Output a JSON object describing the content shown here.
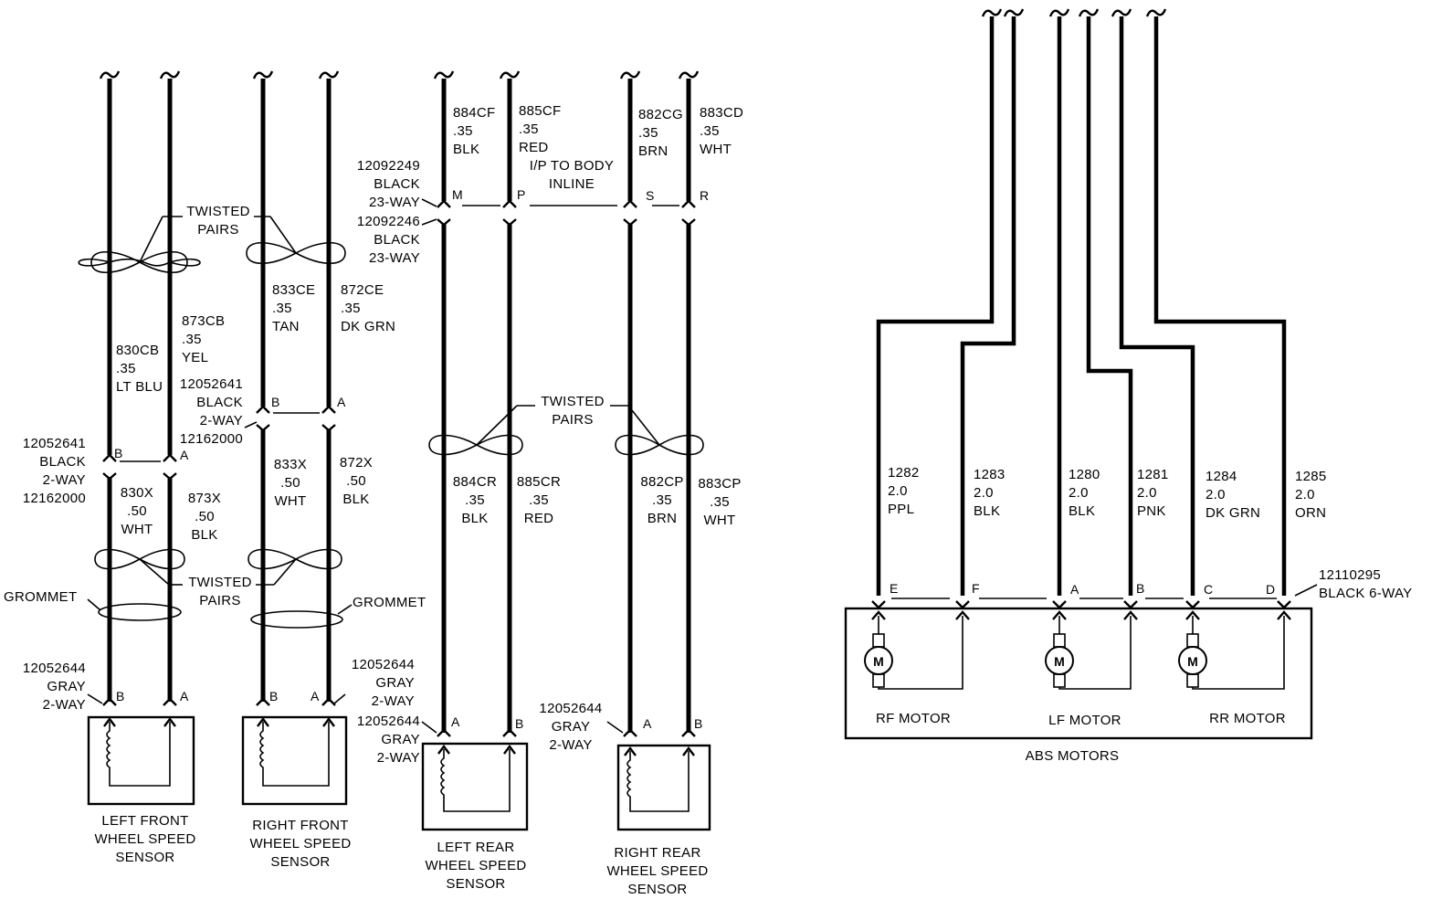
{
  "connectors": {
    "lf_sensor_connector": [
      "12052644",
      "GRAY",
      "2-WAY"
    ],
    "lf_inline_connector": [
      "12052641",
      "BLACK",
      "2-WAY",
      "12162000"
    ],
    "rf_inline_connector": [
      "12052641",
      "BLACK",
      "2-WAY",
      "12162000"
    ],
    "rf_sensor_connector": [
      "12052644",
      "GRAY",
      "2-WAY"
    ],
    "lr_sensor_connector": [
      "12052644",
      "GRAY",
      "2-WAY"
    ],
    "rr_sensor_connector": [
      "12052644",
      "GRAY",
      "2-WAY"
    ],
    "body_connector_upper": [
      "12092249",
      "BLACK",
      "23-WAY"
    ],
    "body_connector_lower": [
      "12092246",
      "BLACK",
      "23-WAY"
    ],
    "abs_motor_connector": [
      "12110295",
      "BLACK 6-WAY"
    ]
  },
  "inline_name": [
    "I/P TO BODY",
    "INLINE"
  ],
  "twisted_pairs": [
    "TWISTED",
    "PAIRS"
  ],
  "grommet": "GROMMET",
  "wires": {
    "lf_upper_a": [
      "830CB",
      ".35",
      "LT BLU"
    ],
    "lf_upper_b": [
      "873CB",
      ".35",
      "YEL"
    ],
    "lf_lower_a": [
      "830X",
      ".50",
      "WHT"
    ],
    "lf_lower_b": [
      "873X",
      ".50",
      "BLK"
    ],
    "rf_upper_a": [
      "833CE",
      ".35",
      "TAN"
    ],
    "rf_upper_b": [
      "872CE",
      ".35",
      "DK GRN"
    ],
    "rf_lower_a": [
      "833X",
      ".50",
      "WHT"
    ],
    "rf_lower_b": [
      "872X",
      ".50",
      "BLK"
    ],
    "lr_upper_a": [
      "884CF",
      ".35",
      "BLK"
    ],
    "lr_upper_b": [
      "885CF",
      ".35",
      "RED"
    ],
    "lr_lower_a": [
      "884CR",
      ".35",
      "BLK"
    ],
    "lr_lower_b": [
      "885CR",
      ".35",
      "RED"
    ],
    "rr_upper_a": [
      "882CG",
      ".35",
      "BRN"
    ],
    "rr_upper_b": [
      "883CD",
      ".35",
      "WHT"
    ],
    "rr_lower_a": [
      "882CP",
      ".35",
      "BRN"
    ],
    "rr_lower_b": [
      "883CP",
      ".35",
      "WHT"
    ],
    "abs_1282": [
      "1282",
      "2.0",
      "PPL"
    ],
    "abs_1283": [
      "1283",
      "2.0",
      "BLK"
    ],
    "abs_1280": [
      "1280",
      "2.0",
      "BLK"
    ],
    "abs_1281": [
      "1281",
      "2.0",
      "PNK"
    ],
    "abs_1284": [
      "1284",
      "2.0",
      "DK GRN"
    ],
    "abs_1285": [
      "1285",
      "2.0",
      "ORN"
    ]
  },
  "pins": {
    "lf_inline": [
      "B",
      "A"
    ],
    "lf_sensor": [
      "B",
      "A"
    ],
    "rf_inline": [
      "B",
      "A"
    ],
    "rf_sensor": [
      "B",
      "A"
    ],
    "body": [
      "M",
      "P",
      "S",
      "R"
    ],
    "lr_sensor": [
      "A",
      "B"
    ],
    "rr_sensor": [
      "A",
      "B"
    ],
    "abs": [
      "E",
      "F",
      "A",
      "B",
      "C",
      "D"
    ]
  },
  "sensors": {
    "left_front": [
      "LEFT FRONT",
      "WHEEL SPEED",
      "SENSOR"
    ],
    "right_front": [
      "RIGHT FRONT",
      "WHEEL SPEED",
      "SENSOR"
    ],
    "left_rear": [
      "LEFT REAR",
      "WHEEL SPEED",
      "SENSOR"
    ],
    "right_rear": [
      "RIGHT REAR",
      "WHEEL SPEED",
      "SENSOR"
    ]
  },
  "motors": {
    "rf": "RF MOTOR",
    "lf": "LF MOTOR",
    "rr": "RR MOTOR",
    "unit": "ABS MOTORS"
  },
  "motor_symbol": "M"
}
